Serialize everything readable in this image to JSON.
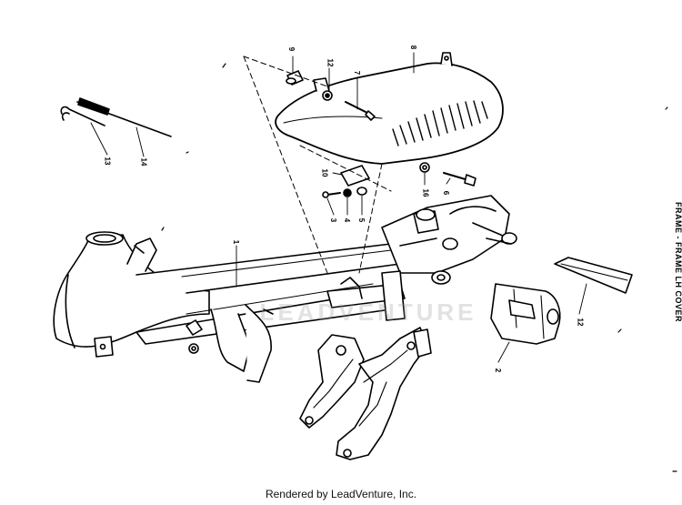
{
  "diagram": {
    "side_title": "FRAME - FRAME LH COVER",
    "footer_text": "Rendered by LeadVenture, Inc.",
    "watermark_text": "LEADVENTURE",
    "callouts": [
      "9",
      "12",
      "7",
      "8",
      "13",
      "14",
      "1",
      "10",
      "3",
      "4",
      "5",
      "16",
      "6",
      "2",
      "12"
    ]
  },
  "colors": {
    "ink": "#000000",
    "background": "#ffffff",
    "watermark": "#969696"
  }
}
